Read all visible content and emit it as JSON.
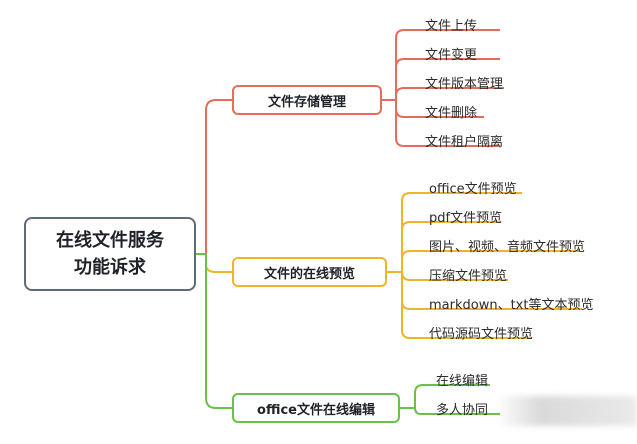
{
  "root": {
    "line1": "在线文件服务",
    "line2": "功能诉求"
  },
  "branches": [
    {
      "label": "文件存储管理",
      "color": "#e66d5b",
      "leaves": [
        "文件上传",
        "文件变更",
        "文件版本管理",
        "文件删除",
        "文件租户隔离"
      ]
    },
    {
      "label": "文件的在线预览",
      "color": "#f0b428",
      "leaves": [
        "office文件预览",
        "pdf文件预览",
        "图片、视频、音频文件预览",
        "压缩文件预览",
        "markdown、txt等文本预览",
        "代码源码文件预览"
      ]
    },
    {
      "label": "office文件在线编辑",
      "color": "#6cc04a",
      "leaves": [
        "在线编辑",
        "多人协同"
      ]
    }
  ]
}
